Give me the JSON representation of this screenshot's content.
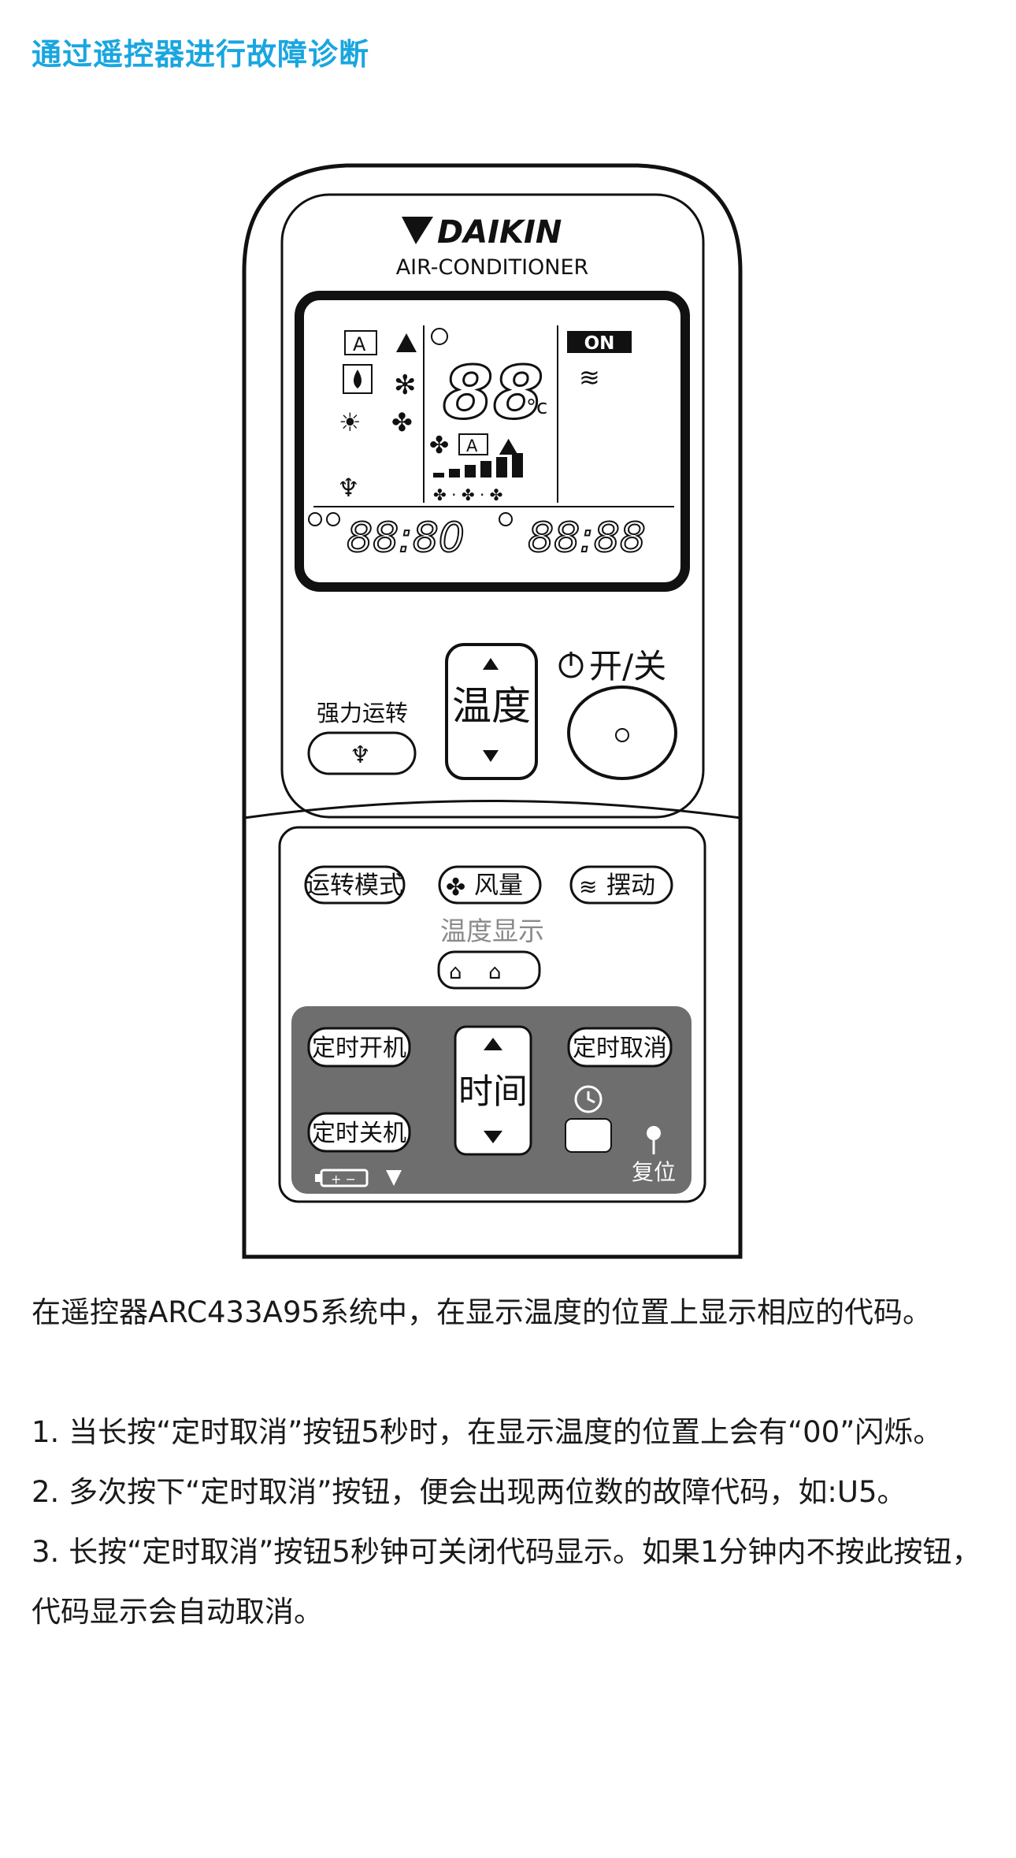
{
  "heading": "通过遥控器进行故障诊断",
  "remote": {
    "brand": "DAIKIN",
    "subtitle": "AIR-CONDITIONER",
    "lcd": {
      "on_indicator": "ON",
      "temp_digits": "88",
      "temp_unit": "°c",
      "timer_on_digits": "88:80",
      "timer_off_digits": "88:88"
    },
    "buttons": {
      "temperature": "温度",
      "power": "开/关",
      "powerful": "强力运转",
      "mode": "运转模式",
      "fan": "风量",
      "swing": "摆动",
      "temp_display": "温度显示",
      "timer_on": "定时开机",
      "timer_off": "定时关机",
      "time": "时间",
      "timer_cancel": "定时取消",
      "reset": "复位"
    }
  },
  "paragraphs": {
    "intro": "在遥控器ARC433A95系统中，在显示温度的位置上显示相应的代码。",
    "step1": "1. 当长按“定时取消”按钮5秒时，在显示温度的位置上会有“00”闪烁。",
    "step2": "2. 多次按下“定时取消”按钮，便会出现两位数的故障代码，如:U5。",
    "step3": "3. 长按“定时取消”按钮5秒钟可关闭代码显示。如果1分钟内不按此按钮，代码显示会自动取消。"
  }
}
